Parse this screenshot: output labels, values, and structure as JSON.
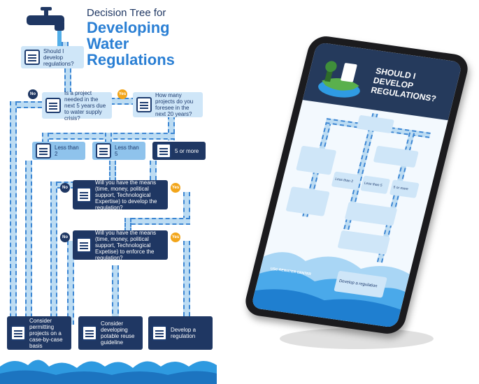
{
  "header": {
    "title_line1": "Decision Tree for",
    "title_line2": "Developing",
    "title_line3": "Water",
    "title_line4": "Regulations"
  },
  "nodes": {
    "start": "Should I develop regulations?",
    "q1": "Is a project needed in the next 5 years due to water supply crisis?",
    "q2": "How many projects do you foresee in the next 20 years?",
    "less2": "Less than 2",
    "less5": "Less than 5",
    "five_more": "5 or more",
    "q3": "Will you have the means (time, money, political support, Technological Expertise) to develop the regulation?",
    "q4": "Will you have the means (time, money, political support, Technological Expetise) to enforce the regulation?",
    "out1": "Consider permitting projects on a case-by-case basis",
    "out2": "Consider developing potable reuse guideline",
    "out3": "Develop a regulation"
  },
  "labels": {
    "no": "No",
    "yes": "Yes"
  },
  "tablet": {
    "title": "SHOULD I DEVELOP REGULATIONS?",
    "footer": "USC REWATER CENTER",
    "final": "Develop a regulation",
    "small_a": "Less than 2",
    "small_b": "Less than 5",
    "small_c": "5 or more"
  },
  "colors": {
    "navy": "#1f3763",
    "accent": "#2a7fd4",
    "yes": "#f2a51a",
    "light": "#cfe6f8"
  }
}
